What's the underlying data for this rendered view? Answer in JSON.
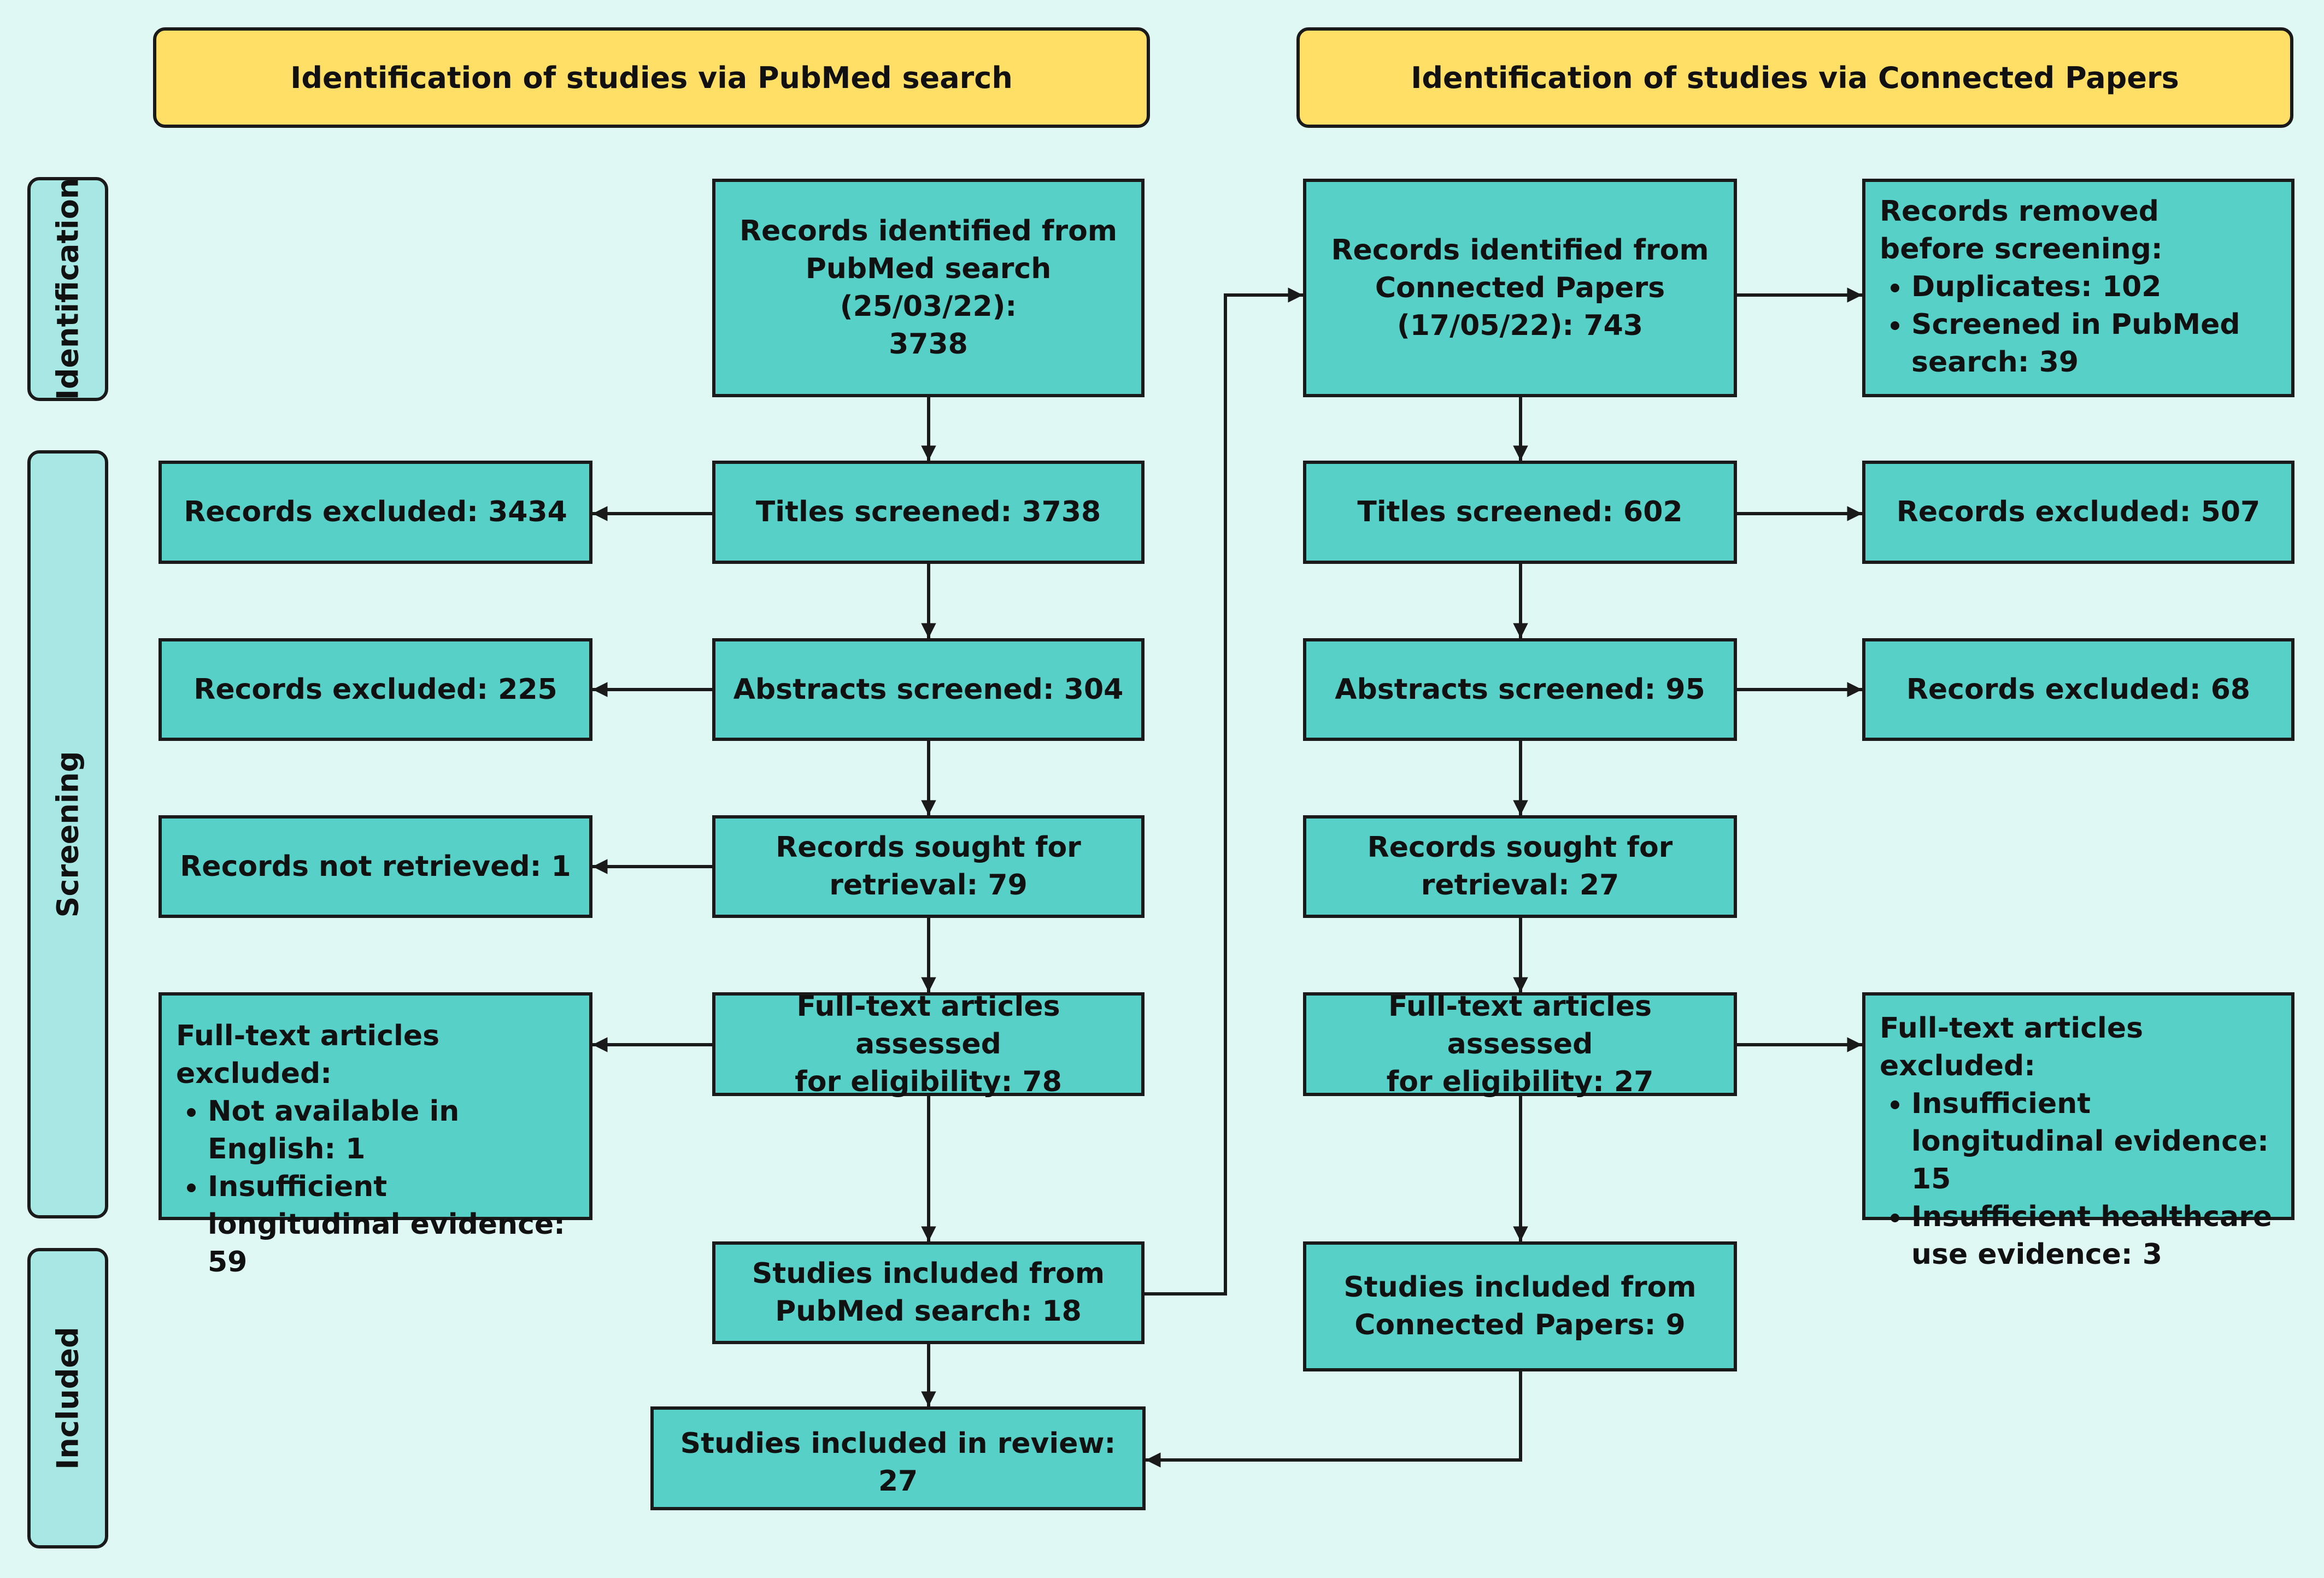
{
  "headers": {
    "pubmed": "Identification of studies via PubMed search",
    "connected": "Identification of studies via Connected Papers"
  },
  "stages": {
    "identification": "Identification",
    "screening": "Screening",
    "included": "Included"
  },
  "pubmed": {
    "identified": [
      "Records identified from",
      "PubMed search (25/03/22):",
      "3738"
    ],
    "titles": "Titles screened: 3738",
    "titles_excluded": "Records excluded: 3434",
    "abstracts": "Abstracts screened: 304",
    "abstracts_excluded": "Records excluded: 225",
    "sought": [
      "Records sought for",
      "retrieval: 79"
    ],
    "not_retrieved": "Records not retrieved: 1",
    "fulltext": [
      "Full-text articles assessed",
      "for eligibility: 78"
    ],
    "fulltext_excluded": {
      "title": "Full-text articles excluded:",
      "items": [
        "Not available in English: 1",
        "Insufficient longitudinal evidence: 59"
      ]
    },
    "included": [
      "Studies included from",
      "PubMed search: 18"
    ]
  },
  "connected": {
    "identified": [
      "Records identified from",
      "Connected Papers",
      "(17/05/22): 743"
    ],
    "removed": {
      "title": "Records removed before screening:",
      "items": [
        "Duplicates: 102",
        "Screened in PubMed search: 39"
      ]
    },
    "titles": "Titles screened: 602",
    "titles_excluded": "Records excluded: 507",
    "abstracts": "Abstracts screened: 95",
    "abstracts_excluded": "Records excluded: 68",
    "sought": [
      "Records sought for",
      "retrieval: 27"
    ],
    "fulltext": [
      "Full-text articles assessed",
      "for eligibility: 27"
    ],
    "fulltext_excluded": {
      "title": "Full-text articles excluded:",
      "items": [
        "Insufficient longitudinal evidence: 15",
        "Insufficient healthcare use evidence: 3"
      ]
    },
    "included": [
      "Studies included from",
      "Connected Papers: 9"
    ]
  },
  "review": "Studies included in review: 27",
  "colors": {
    "background": "#e0f8f4",
    "box": "#57d0c7",
    "header": "#ffdf66",
    "stage": "#a8e8e4",
    "line": "#1a1a1a"
  }
}
